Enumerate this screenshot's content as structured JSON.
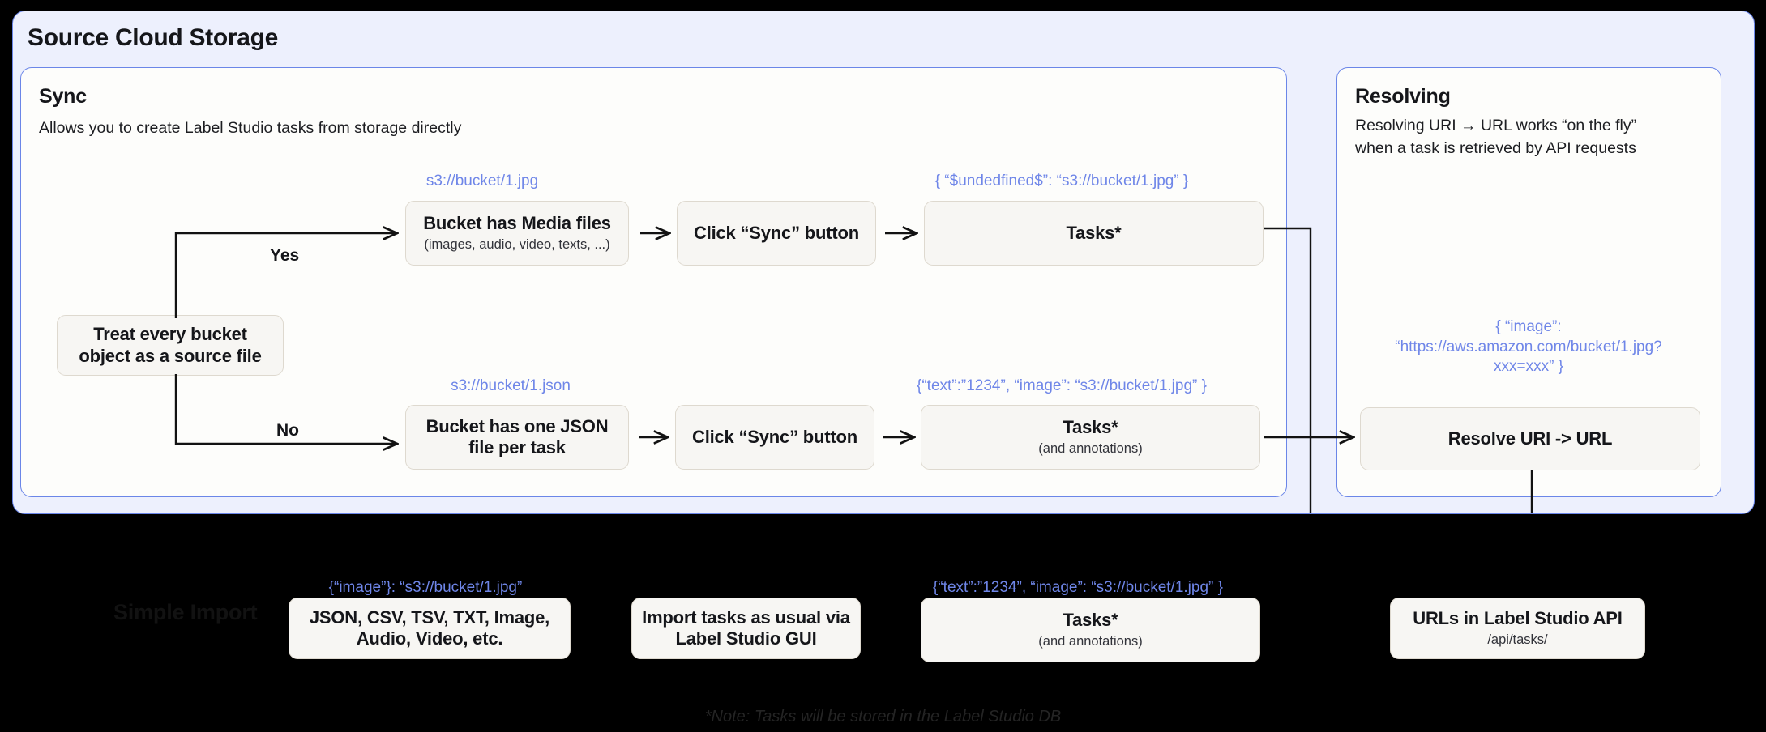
{
  "panel": {
    "title": "Source Cloud Storage"
  },
  "sync": {
    "heading": "Sync",
    "subtitle": "Allows you to create Label Studio tasks from storage directly",
    "branch_source": "Treat every bucket object as a source file",
    "yes_label": "Yes",
    "no_label": "No",
    "row_media": {
      "uri_caption": "s3://bucket/1.jpg",
      "box_title": "Bucket has Media files",
      "box_sub": "(images, audio, video, texts, ...)",
      "sync_button": "Click “Sync” button",
      "task_caption": "{ “$undedfined$”: “s3://bucket/1.jpg” }",
      "task_title": "Tasks*",
      "task_sub": ""
    },
    "row_json": {
      "uri_caption": "s3://bucket/1.json",
      "box_title": "Bucket has one JSON file per task",
      "sync_button": "Click “Sync” button",
      "task_caption": "{“text”:”1234”,  “image”: “s3://bucket/1.jpg” }",
      "task_title": "Tasks*",
      "task_sub": "(and annotations)"
    }
  },
  "resolving": {
    "heading": "Resolving",
    "subtitle": "Resolving URI → URL works “on the fly” when a task is retrieved by API requests",
    "url_caption": "{ “image”: “https://aws.amazon.com/bucket/1.jpg?xxx=xxx” }",
    "box_title": "Resolve URI -> URL"
  },
  "simple_import": {
    "heading": "Simple Import",
    "formats_caption": "{“image”}: “s3://bucket/1.jpg”",
    "formats_box": "JSON, CSV, TSV, TXT, Image, Audio, Video, etc.",
    "import_box": "Import tasks as usual via Label Studio GUI",
    "tasks_caption": "{“text”:”1234”,  “image”: “s3://bucket/1.jpg” }",
    "tasks_title": "Tasks*",
    "tasks_sub": "(and annotations)",
    "api_title": "URLs in Label Studio API",
    "api_sub": "/api/tasks/",
    "note": "*Note: Tasks will be stored in the Label Studio DB"
  },
  "colors": {
    "panel_bg": "#edf0fd",
    "panel_border": "#6b86e8",
    "inner_bg": "#fdfdfb",
    "box_bg": "#f7f6f3",
    "box_border": "#ded9cf",
    "json_blue": "#6f86e8",
    "canvas": "#000000"
  }
}
